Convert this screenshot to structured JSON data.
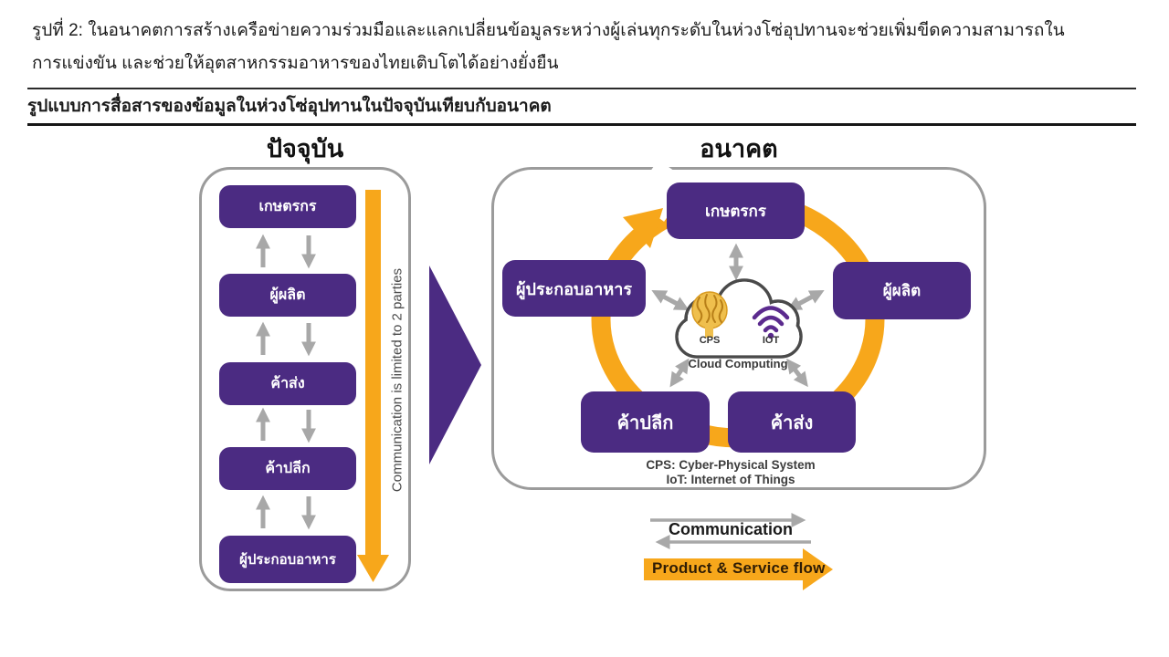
{
  "header": {
    "caption_line1": "รูปที่ 2: ในอนาคตการสร้างเครือข่ายความร่วมมือและแลกเปลี่ยนข้อมูลระหว่างผู้เล่นทุกระดับในห่วงโซ่อุปทานจะช่วยเพิ่มขีดความสามารถใน",
    "caption_line2": "การแข่งขัน และช่วยให้อุตสาหกรรมอาหารของไทยเติบโตได้อย่างยั่งยืน",
    "section_title": "รูปแบบการสื่อสารของข้อมูลในห่วงโซ่อุปทานในปัจจุบันเทียบกับอนาคต"
  },
  "present": {
    "title": "ปัจจุบัน",
    "chain": [
      "เกษตรกร",
      "ผู้ผลิต",
      "ค้าส่ง",
      "ค้าปลีก",
      "ผู้ประกอบอาหาร"
    ],
    "flow_note": "Communication is limited to 2 parties"
  },
  "future": {
    "title": "อนาคต",
    "nodes": {
      "top": "เกษตรกร",
      "right": "ผู้ผลิต",
      "bottom_right": "ค้าส่ง",
      "bottom_left": "ค้าปลีก",
      "left": "ผู้ประกอบอาหาร"
    },
    "hub": {
      "cps_label": "CPS",
      "iot_label": "IOT",
      "caption": "Cloud Computing",
      "icons": [
        "cloud-icon",
        "brain-icon",
        "wifi-icon"
      ]
    },
    "footnote_cps": "CPS: Cyber-Physical System",
    "footnote_iot": "IoT: Internet of Things"
  },
  "legend": {
    "communication": "Communication",
    "product_service": "Product & Service flow"
  },
  "colors": {
    "purple": "#4B2B82",
    "orange": "#F7A71B",
    "arrow_gray": "#A8A8A8",
    "panel_border": "#9B9B9B",
    "wifi_purple": "#5B2A8E",
    "brain_gold": "#EFBF4D"
  }
}
